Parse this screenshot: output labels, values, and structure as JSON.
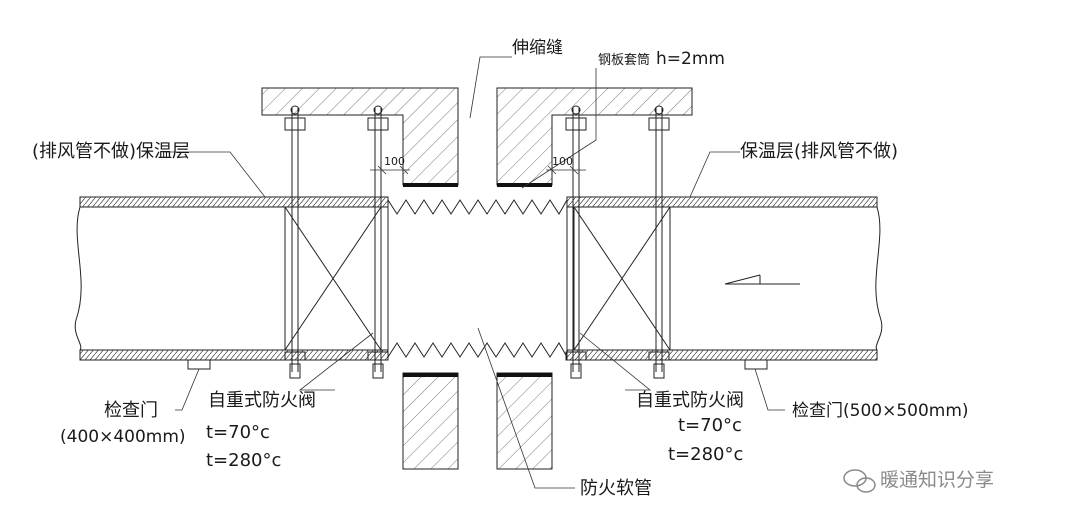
{
  "labels": {
    "expansion_joint": "伸缩缝",
    "steel_sleeve": "钢板套筒",
    "steel_sleeve_h": "h=2mm",
    "dim_left": "100",
    "dim_right": "100",
    "insulation_left_note": "(排风管不做)保温层",
    "insulation_right_note": "保温层(排风管不做)",
    "fire_damper_left": "自重式防火阀",
    "fire_damper_right": "自重式防火阀",
    "temp_70_left": "t=70°c",
    "temp_280_left": "t=280°c",
    "temp_70_right": "t=70°c",
    "temp_280_right": "t=280°c",
    "access_door_left": "检查门",
    "access_door_left_size": "(400×400mm)",
    "access_door_right": "检查门(500×500mm)",
    "fire_flex_pipe": "防火软管",
    "watermark": "暖通知识分享"
  },
  "colors": {
    "line": "#222222",
    "watermark": "#8a8a8a"
  },
  "icons": {
    "watermark_icon": "wechat-icon"
  }
}
